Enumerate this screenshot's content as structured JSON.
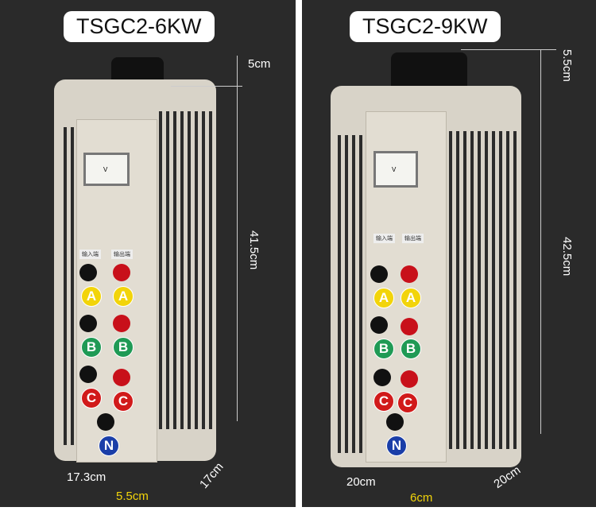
{
  "left": {
    "title": "TSGC2-6KW",
    "height_top": "5cm",
    "height_body": "41.5cm",
    "width": "17.3cm",
    "depth": "17cm",
    "gap": "5.5cm",
    "input_label": "输入端",
    "output_label": "输出端",
    "phases": [
      "A",
      "B",
      "C"
    ],
    "neutral": "N",
    "meter_unit": "V"
  },
  "right": {
    "title": "TSGC2-9KW",
    "height_top": "5.5cm",
    "height_body": "42.5cm",
    "width": "20cm",
    "depth": "20cm",
    "gap": "6cm",
    "input_label": "输入端",
    "output_label": "输出端",
    "phases": [
      "A",
      "B",
      "C"
    ],
    "neutral": "N",
    "meter_unit": "V"
  },
  "colors": {
    "A": "#f2d40a",
    "B": "#1f9a55",
    "C": "#d11a1a",
    "N": "#1a3ea8",
    "dim_highlight": "#f2d40a"
  }
}
